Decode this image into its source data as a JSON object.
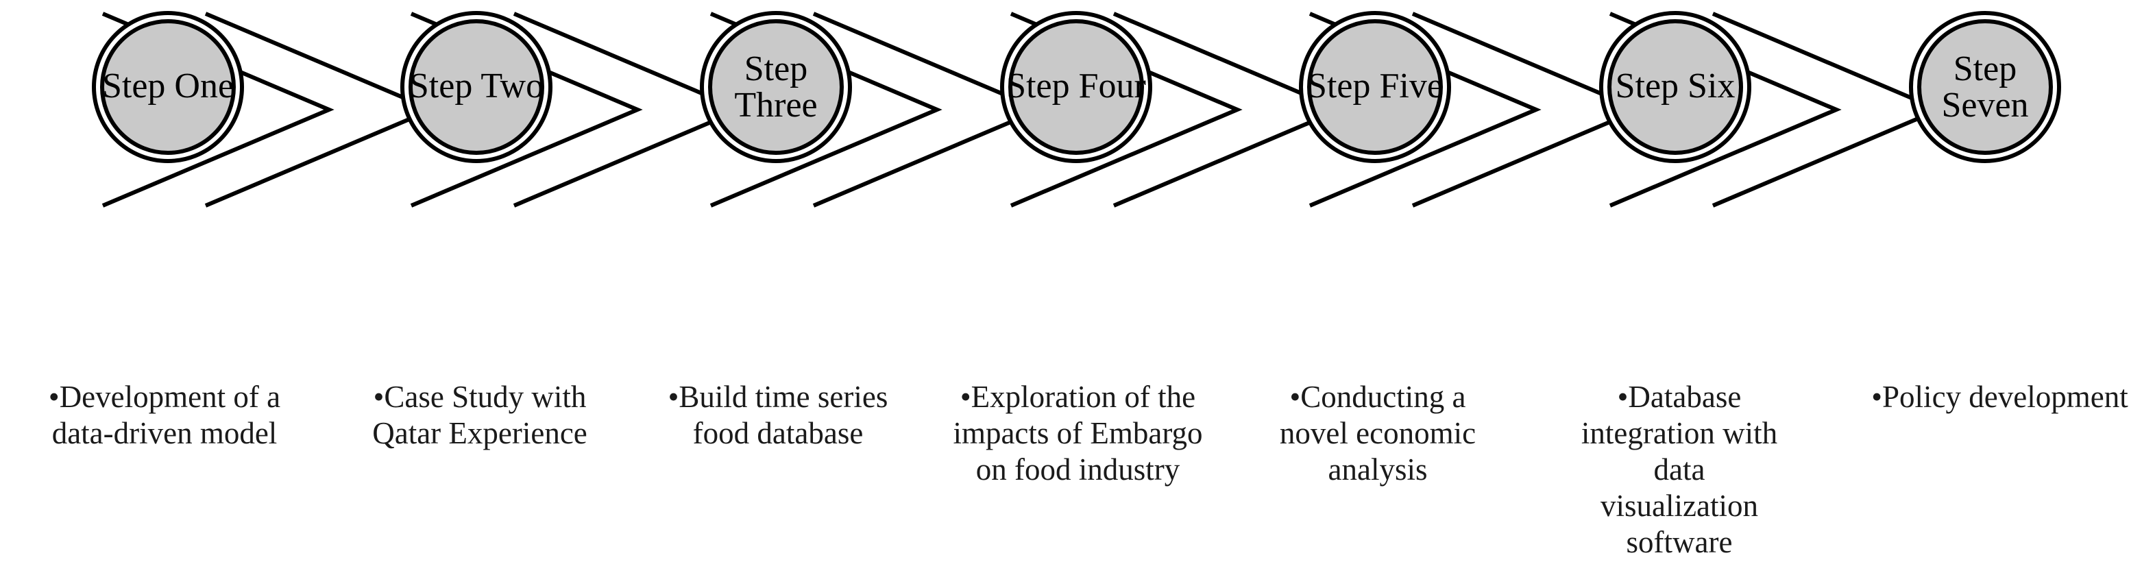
{
  "diagram": {
    "type": "process-flow",
    "orientation": "horizontal",
    "shape": "double-ring-circle",
    "connector": "chevron-arrow",
    "colors": {
      "circle_fill": "#C9C9C9",
      "circle_stroke": "#000000",
      "arrow_stroke": "#000000",
      "text": "#000000",
      "background": "#FFFFFF"
    },
    "step_count": 7
  },
  "steps": [
    {
      "id": "step-one",
      "label_lines": [
        "Step One"
      ],
      "label": "Step One",
      "caption_bullet": "•",
      "caption": "Development of a data-driven model",
      "caption_lines": [
        "Development",
        "of a data-",
        "driven model"
      ]
    },
    {
      "id": "step-two",
      "label_lines": [
        "Step Two"
      ],
      "label": "Step Two",
      "caption_bullet": "•",
      "caption": "Case Study with Qatar Experience",
      "caption_lines": [
        "Case Study",
        "with Qatar",
        "Experience"
      ]
    },
    {
      "id": "step-three",
      "label_lines": [
        "Step",
        "Three"
      ],
      "label": "Step Three",
      "caption_bullet": "•",
      "caption": "Build time series food database",
      "caption_lines": [
        "Build time",
        "series food",
        "database"
      ]
    },
    {
      "id": "step-four",
      "label_lines": [
        "Step Four"
      ],
      "label": "Step Four",
      "caption_bullet": "•",
      "caption": "Exploration of the impacts of Embargo on food industry",
      "caption_lines": [
        "Exploration of",
        "the impacts of",
        "Embargo on",
        "food industry"
      ]
    },
    {
      "id": "step-five",
      "label_lines": [
        "Step Five"
      ],
      "label": "Step Five",
      "caption_bullet": "•",
      "caption": "Conducting a novel economic analysis",
      "caption_lines": [
        "Conducting a",
        "novel",
        "economic",
        "analysis"
      ]
    },
    {
      "id": "step-six",
      "label_lines": [
        "Step Six"
      ],
      "label": "Step Six",
      "caption_bullet": "•",
      "caption": "Database integration with data visualization software",
      "caption_lines": [
        "Database",
        "integration",
        "with data",
        "visualization",
        "software"
      ]
    },
    {
      "id": "step-seven",
      "label_lines": [
        "Step",
        "Seven"
      ],
      "label": "Step Seven",
      "caption_bullet": "•",
      "caption": "Policy development",
      "caption_lines": [
        "Policy",
        "development"
      ]
    }
  ]
}
